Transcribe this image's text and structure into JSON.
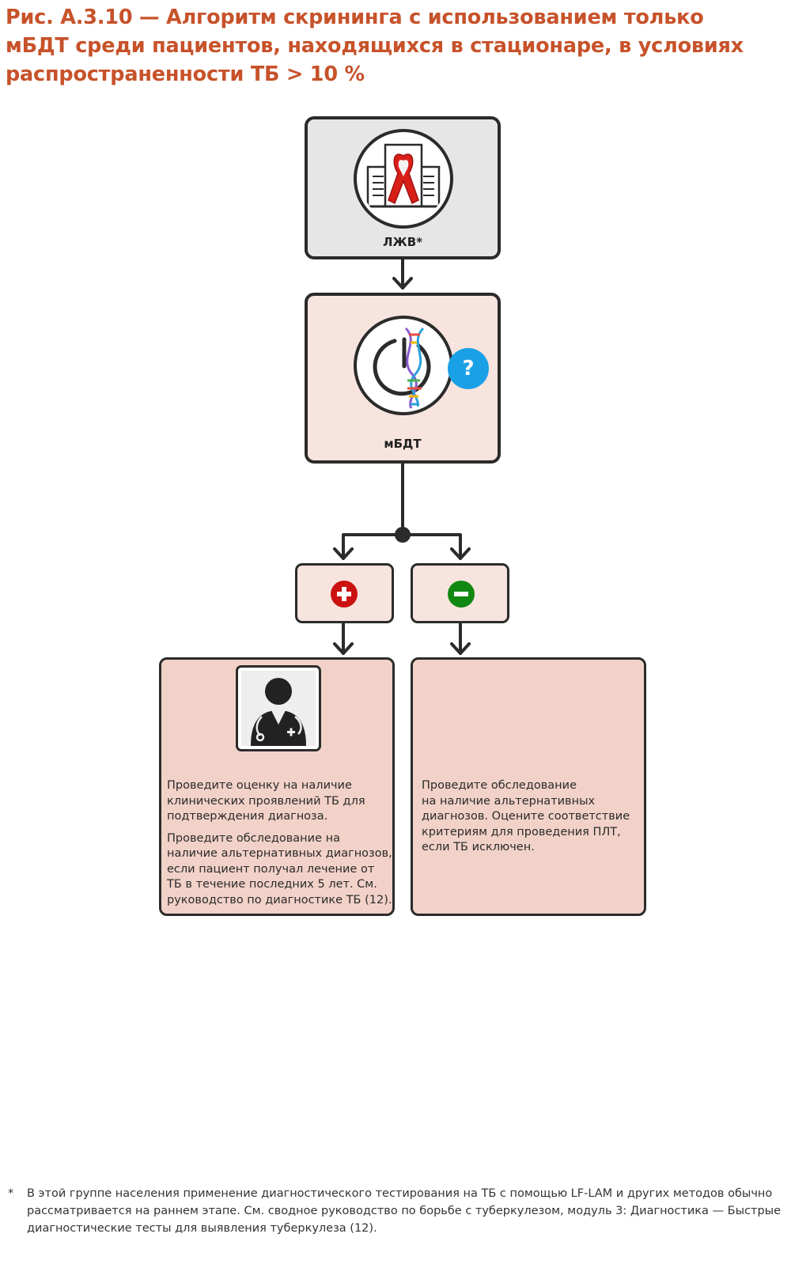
{
  "title": {
    "line1": "Рис. А.3.10 — Алгоритм скрининга с использованием только",
    "line2": "мБДТ среди пациентов, находящихся в стационаре, в условиях",
    "line3": "распространенности ТБ > 10 %"
  },
  "colors": {
    "title": "#c7522a",
    "top_box_fill": "#e6e6e6",
    "box_fill": "#f8e4de",
    "result_box_fill": "#f2d2c8",
    "positive": "#cc1111",
    "negative": "#118811",
    "question": "#1aa0e6"
  },
  "flow": {
    "plhiv_node": {
      "label": "ЛЖВ*",
      "icon": "hospital-red-ribbon-icon"
    },
    "test_node": {
      "label": "мБДТ",
      "icon": "dna-test-icon",
      "badge": "?"
    },
    "positive_node": {
      "icon": "plus-icon"
    },
    "negative_node": {
      "icon": "minus-icon"
    },
    "positive_result": {
      "icon": "doctor-icon",
      "paragraph1": [
        "Проведите оценку на наличие",
        "клинических проявлений ТБ для",
        "подтверждения диагноза."
      ],
      "paragraph2": [
        "Проведите обследование на",
        "наличие альтернативных диагнозов,",
        "если пациент получал лечение от",
        "ТБ в течение последних 5 лет. См.",
        "руководство по диагностике ТБ (12)."
      ]
    },
    "negative_result": {
      "paragraph1": [
        "Проведите обследование",
        "на наличие альтернативных",
        "диагнозов. Оцените соответствие",
        "критериям для проведения ПЛТ,",
        "если ТБ исключен."
      ]
    }
  },
  "footnote": {
    "marker": "*",
    "line1": "В этой группе населения применение диагностического тестирования на ТБ с помощью LF-LAM и других методов обычно",
    "line2": "рассматривается на раннем этапе. См. сводное руководство по борьбе с туберкулезом, модуль 3: Диагностика — Быстрые",
    "line3": "диагностические тесты для выявления туберкулеза (12)."
  }
}
